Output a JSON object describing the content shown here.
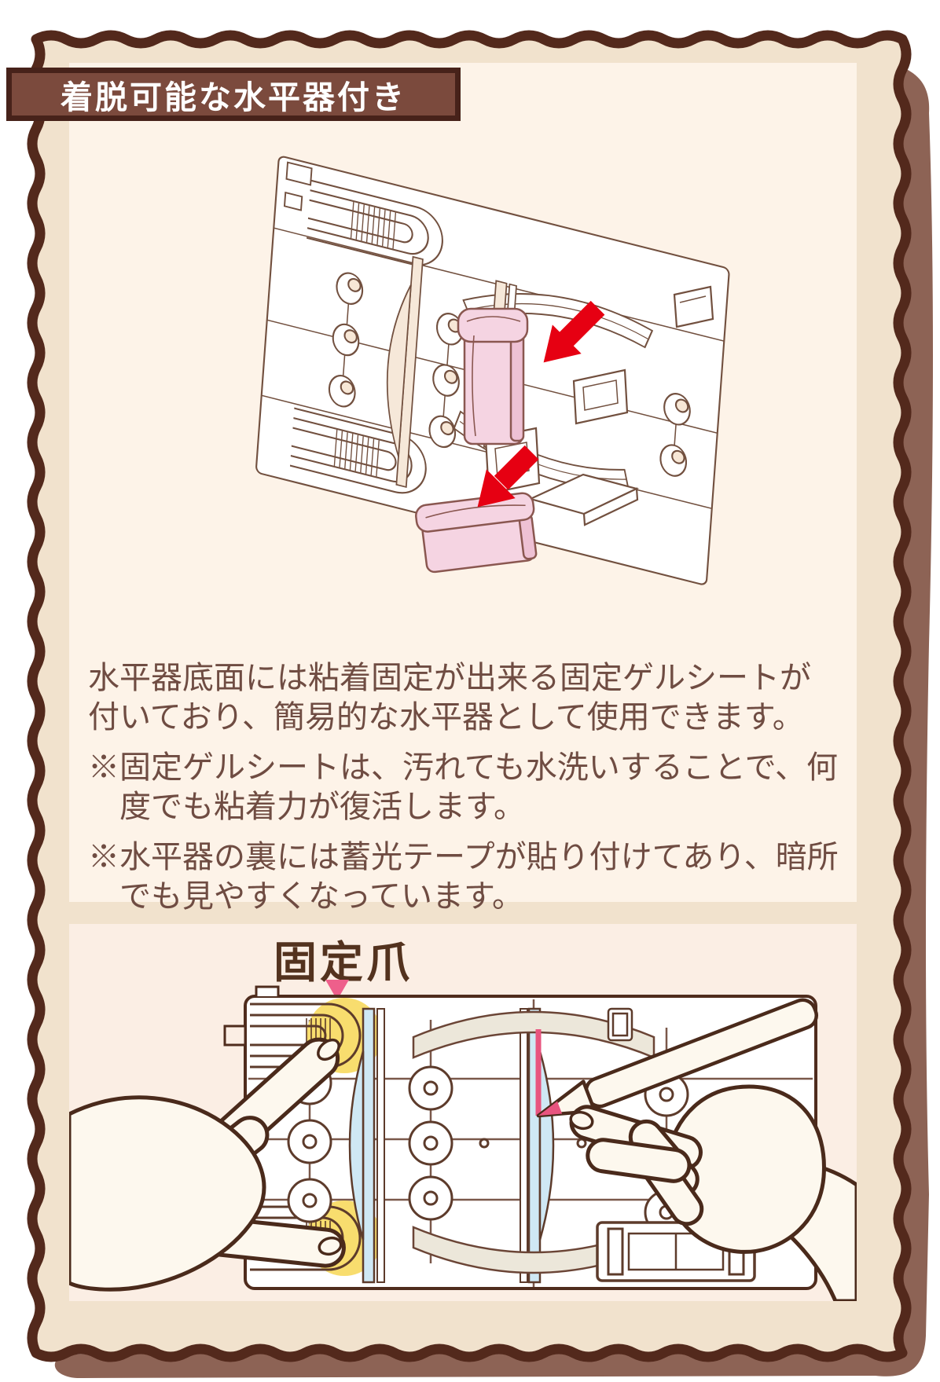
{
  "header": {
    "title": "着脱可能な水平器付き"
  },
  "body": {
    "paragraph": "水平器底面には粘着固定が出来る固定ゲルシートが付いており、簡易的な水平器として使用できます。",
    "notes": [
      "※固定ゲルシートは、汚れても水洗いすることで、何度でも粘着力が復活します。",
      "※水平器の裏には蓄光テープが貼り付けてあり、暗所でも見やすくなっています。"
    ]
  },
  "bottom_figure": {
    "label": "固定爪"
  },
  "colors": {
    "accent_red": "#e60012",
    "level_pink": "#f5d4e2",
    "level_pink_shade": "#eec1d4",
    "highlight_yellow": "#f8dd6e",
    "vial_blue": "#cfe8f4",
    "marker_pink": "#ee5f8b",
    "frame_brown": "#53291c",
    "deckle_brown": "#8d6355",
    "banner_brown": "#7b4a3d",
    "page_beige": "#f1e2cd",
    "panel_cream": "#fdf3e8",
    "text_brown": "#6f4c42"
  }
}
